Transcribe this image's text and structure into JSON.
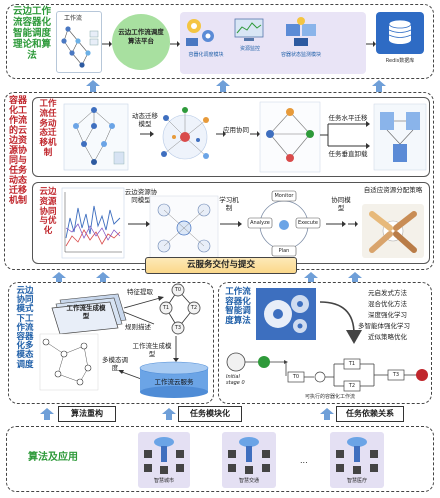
{
  "colors": {
    "green_title": "#2e9a3a",
    "red_title": "#c0262c",
    "blue_title": "#1f5fa8",
    "arrow_blue": "#6f9fd8",
    "band_yellow": "#fbd88a",
    "lavender_panel": "#e9e4f6"
  },
  "top_section": {
    "title": "云边工作流容器化智能调度理论和算法",
    "workflow_label": "工作流",
    "platform_label": "云边工作流调度算法平台",
    "resource_monitor_label": "资源监控",
    "module1": "容器化调度模块",
    "module2": "容器状态监测模块",
    "redis_label": "Redis数据库"
  },
  "middle_section": {
    "outer_title": "容器化工作流的云边资源协同与任务动态迁移机制",
    "upper": {
      "side_title": "工作流任务动态迁移机制",
      "migration_label": "动态迁移模型",
      "app_collab_label": "应用协同",
      "horizontal_label": "任务水平迁移",
      "vertical_label": "任务垂直卸载"
    },
    "lower": {
      "side_title": "云边资源协同与优化",
      "resource_model_label": "云边资源协同模型",
      "learning_label": "学习机制",
      "monitor": "Monitor",
      "analyze": "Analyze",
      "execute": "Execute",
      "plan": "Plan",
      "schedule_model_label": "协同模型",
      "adaptive_label": "自适应资源分配策略"
    }
  },
  "band_label": "云服务交付与提交",
  "bottom_left": {
    "side_title": "云边协同模式下工作流容器化多模态调度",
    "workflow_model": "工作流生成模型",
    "feature_extract": "特征提取",
    "rule_describe": "规则描述",
    "flow_gen_model": "工作流生成模型",
    "multimodal": "多模态调度",
    "cloud_service": "工作流云服务",
    "nodes": [
      "T0",
      "T1",
      "T2",
      "T3"
    ]
  },
  "bottom_right": {
    "side_title": "工作流容器化智能调度算法",
    "methods": [
      "元启发式方法",
      "混合优化方法",
      "深度强化学习",
      "多智能体强化学习",
      "近似策略优化"
    ],
    "initial_label": "Initial",
    "stage_label": "stage 0",
    "caption": "可执行的容器化工作流",
    "nodes": [
      "T0",
      "T1",
      "T2",
      "T3"
    ]
  },
  "bottom_labels": {
    "algo_restructure": "算法重构",
    "task_modularize": "任务模块化",
    "task_dependency": "任务依赖关系"
  },
  "app_section": {
    "title": "算法及应用",
    "panel1": "智慧城市",
    "panel2": "智慧交通",
    "ellipsis": "...",
    "panel3": "智慧医疗"
  }
}
